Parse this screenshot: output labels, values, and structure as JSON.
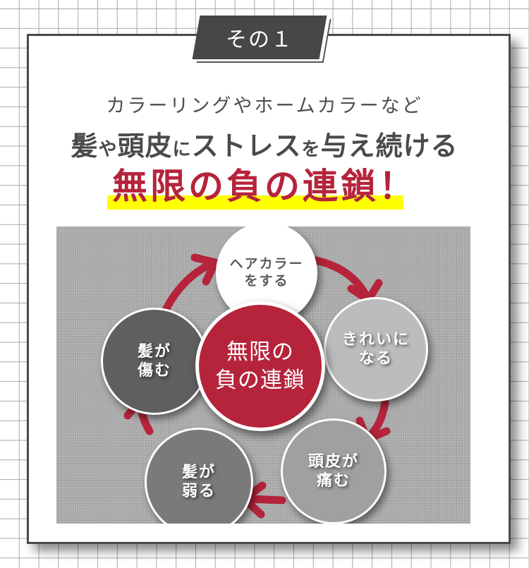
{
  "header": {
    "label": "その１",
    "line1": "カラーリングやホームカラーなど",
    "line2": {
      "part1": "髪",
      "part2": "や",
      "part3": "頭皮",
      "part4": "に",
      "part5": "ストレス",
      "part6": "を",
      "part7": "与え続ける"
    },
    "line3": "無限の負の連鎖！"
  },
  "diagram": {
    "center": "無限の\n負の連鎖",
    "steps": [
      {
        "id": "top",
        "label": "ヘアカラー\nをする"
      },
      {
        "id": "right",
        "label": "きれいに\nなる"
      },
      {
        "id": "bottom-right",
        "label": "頭皮が\n痛む"
      },
      {
        "id": "bottom-left",
        "label": "髪が\n弱る"
      },
      {
        "id": "left",
        "label": "髪が\n傷む"
      }
    ],
    "colors": {
      "accent": "#b5243b",
      "highlight": "#ffff00",
      "panel": "#a8a8a8"
    }
  }
}
